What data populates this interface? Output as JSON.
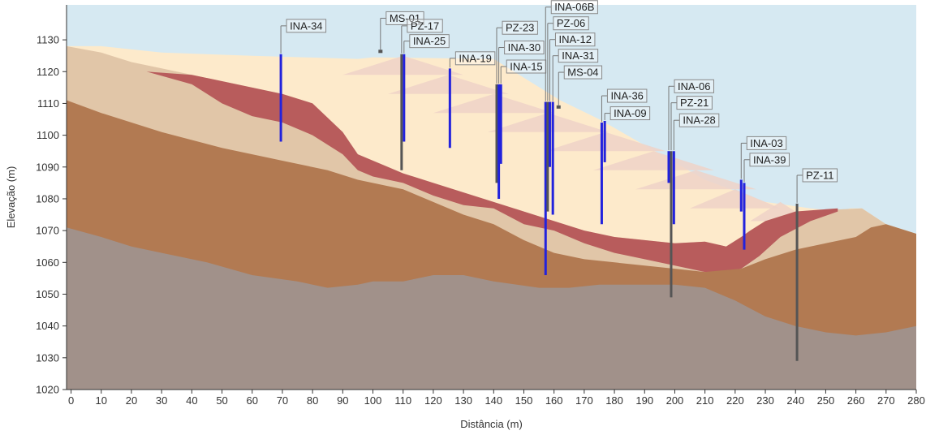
{
  "chart_data": {
    "type": "cross-section",
    "xlabel": "Distância (m)",
    "ylabel": "Elevação (m)",
    "xlim": [
      -1.5,
      280
    ],
    "ylim": [
      1020,
      1141
    ],
    "xticks": [
      0,
      10,
      20,
      30,
      40,
      50,
      60,
      70,
      80,
      90,
      100,
      110,
      120,
      130,
      140,
      150,
      160,
      170,
      180,
      190,
      200,
      210,
      220,
      230,
      240,
      250,
      260,
      270,
      280
    ],
    "yticks": [
      1020,
      1030,
      1040,
      1050,
      1060,
      1070,
      1080,
      1090,
      1100,
      1110,
      1120,
      1130
    ],
    "colors": {
      "sky": "#d6e9f2",
      "fill_tailings": "#fdeacb",
      "residual_soil": "#e1c6a8",
      "clay_layer": "#b85c5c",
      "saprolite": "#b27a52",
      "bedrock": "#a1918a",
      "dam_raise": "#eed2c8",
      "piezometer": "#2222dd",
      "borehole": "#555555"
    },
    "layers": [
      {
        "name": "fill",
        "top": [
          [
            -1.5,
            1128
          ],
          [
            10,
            1128
          ],
          [
            30,
            1126
          ],
          [
            60,
            1125
          ],
          [
            95,
            1124
          ],
          [
            100,
            1124.5
          ],
          [
            140,
            1124
          ],
          [
            162,
            1111
          ],
          [
            175,
            1105
          ],
          [
            210,
            1086
          ],
          [
            230,
            1079
          ],
          [
            245,
            1077
          ],
          [
            255,
            1076
          ],
          [
            258,
            1077
          ],
          [
            262,
            1077
          ],
          [
            270,
            1072
          ],
          [
            280,
            1069
          ]
        ]
      },
      {
        "name": "residual_soil",
        "top": [
          [
            -1.5,
            1128
          ],
          [
            10,
            1126
          ],
          [
            20,
            1123
          ],
          [
            30,
            1121
          ],
          [
            50,
            1117
          ],
          [
            70,
            1113
          ],
          [
            80,
            1110
          ],
          [
            90,
            1101
          ],
          [
            95,
            1094
          ],
          [
            105,
            1090
          ],
          [
            110,
            1088
          ],
          [
            120,
            1085
          ],
          [
            130,
            1082
          ],
          [
            140,
            1079
          ],
          [
            150,
            1076
          ],
          [
            160,
            1073
          ],
          [
            170,
            1070
          ],
          [
            180,
            1068
          ],
          [
            190,
            1067
          ],
          [
            200,
            1066
          ],
          [
            210,
            1066.5
          ],
          [
            217,
            1065
          ],
          [
            222,
            1068
          ],
          [
            225,
            1070
          ],
          [
            230,
            1073
          ],
          [
            240,
            1076
          ],
          [
            250,
            1076.5
          ],
          [
            262,
            1077
          ],
          [
            270,
            1072
          ],
          [
            280,
            1069
          ]
        ]
      },
      {
        "name": "clay",
        "top": [
          [
            25,
            1120
          ],
          [
            40,
            1119
          ],
          [
            50,
            1117
          ],
          [
            70,
            1113
          ],
          [
            80,
            1110
          ],
          [
            90,
            1101
          ],
          [
            95,
            1094
          ],
          [
            105,
            1090
          ],
          [
            110,
            1088
          ],
          [
            120,
            1085
          ],
          [
            130,
            1082
          ],
          [
            140,
            1079
          ],
          [
            150,
            1076
          ],
          [
            160,
            1073
          ],
          [
            170,
            1070
          ],
          [
            180,
            1068
          ],
          [
            190,
            1067
          ],
          [
            200,
            1066
          ],
          [
            210,
            1066.5
          ],
          [
            217,
            1065
          ],
          [
            222,
            1068
          ],
          [
            225,
            1070
          ],
          [
            230,
            1073
          ],
          [
            240,
            1076
          ],
          [
            254,
            1077
          ],
          [
            254,
            1076
          ]
        ],
        "bottom": [
          [
            25,
            1120
          ],
          [
            40,
            1116
          ],
          [
            50,
            1110
          ],
          [
            60,
            1106
          ],
          [
            70,
            1104
          ],
          [
            80,
            1100
          ],
          [
            90,
            1094
          ],
          [
            95,
            1089
          ],
          [
            100,
            1087
          ],
          [
            110,
            1085
          ],
          [
            120,
            1081
          ],
          [
            130,
            1078
          ],
          [
            140,
            1077
          ],
          [
            150,
            1072
          ],
          [
            160,
            1070
          ],
          [
            170,
            1066
          ],
          [
            180,
            1063
          ],
          [
            190,
            1061
          ],
          [
            200,
            1059
          ],
          [
            210,
            1057
          ],
          [
            215,
            1057
          ],
          [
            222,
            1058
          ],
          [
            228,
            1062
          ],
          [
            235,
            1068
          ],
          [
            245,
            1073
          ],
          [
            254,
            1076
          ]
        ]
      },
      {
        "name": "saprolite",
        "top": [
          [
            -1.5,
            1111
          ],
          [
            10,
            1107
          ],
          [
            30,
            1101
          ],
          [
            50,
            1096
          ],
          [
            70,
            1092
          ],
          [
            85,
            1089
          ],
          [
            95,
            1086
          ],
          [
            110,
            1083
          ],
          [
            120,
            1079
          ],
          [
            130,
            1075
          ],
          [
            140,
            1072
          ],
          [
            150,
            1067
          ],
          [
            160,
            1063
          ],
          [
            170,
            1061
          ],
          [
            180,
            1060
          ],
          [
            190,
            1059
          ],
          [
            200,
            1058
          ],
          [
            210,
            1057
          ],
          [
            222,
            1058
          ],
          [
            230,
            1061
          ],
          [
            240,
            1064
          ],
          [
            250,
            1066
          ],
          [
            260,
            1068
          ],
          [
            265,
            1071
          ],
          [
            270,
            1072
          ],
          [
            280,
            1069
          ]
        ]
      },
      {
        "name": "bedrock",
        "top": [
          [
            -1.5,
            1071
          ],
          [
            10,
            1068
          ],
          [
            20,
            1065
          ],
          [
            30,
            1063
          ],
          [
            45,
            1060
          ],
          [
            60,
            1056
          ],
          [
            75,
            1054
          ],
          [
            85,
            1052
          ],
          [
            95,
            1053
          ],
          [
            100,
            1054
          ],
          [
            110,
            1054
          ],
          [
            120,
            1056
          ],
          [
            130,
            1056
          ],
          [
            140,
            1054
          ],
          [
            155,
            1052
          ],
          [
            165,
            1052
          ],
          [
            175,
            1053
          ],
          [
            185,
            1053
          ],
          [
            200,
            1053
          ],
          [
            210,
            1052
          ],
          [
            220,
            1048
          ],
          [
            230,
            1043
          ],
          [
            240,
            1040
          ],
          [
            250,
            1038
          ],
          [
            260,
            1037
          ],
          [
            270,
            1038
          ],
          [
            280,
            1040
          ]
        ]
      }
    ],
    "raises": [
      {
        "cx": 110,
        "top": 1125,
        "half": 20
      },
      {
        "cx": 125,
        "top": 1119,
        "half": 20
      },
      {
        "cx": 140,
        "top": 1113,
        "half": 20
      },
      {
        "cx": 158,
        "top": 1107,
        "half": 20
      },
      {
        "cx": 177,
        "top": 1101,
        "half": 20
      },
      {
        "cx": 193,
        "top": 1095,
        "half": 20
      },
      {
        "cx": 207,
        "top": 1089,
        "half": 20
      },
      {
        "cx": 220,
        "top": 1083,
        "half": 15
      },
      {
        "cx": 235,
        "top": 1079,
        "half": 10
      }
    ],
    "instruments": [
      {
        "name": "INA-34",
        "x": 69.5,
        "top": 1125.5,
        "bottom": 1098,
        "type": "piezometer",
        "label_y": 1134.4
      },
      {
        "name": "MS-01",
        "x": 102.5,
        "top": 1126.5,
        "bottom": 1126,
        "type": "marker",
        "label_y": 1136.8
      },
      {
        "name": "PZ-17",
        "x": 109.5,
        "top": 1125.5,
        "bottom": 1089,
        "type": "borehole",
        "label_y": 1134.4
      },
      {
        "name": "INA-25",
        "x": 110.3,
        "top": 1125.5,
        "bottom": 1098,
        "type": "piezometer",
        "label_y": 1129.6
      },
      {
        "name": "INA-19",
        "x": 125.5,
        "top": 1121,
        "bottom": 1096,
        "type": "piezometer",
        "label_y": 1124.2
      },
      {
        "name": "PZ-23",
        "x": 141,
        "top": 1116,
        "bottom": 1085,
        "type": "borehole",
        "label_y": 1133.8
      },
      {
        "name": "INA-30",
        "x": 141.7,
        "top": 1116,
        "bottom": 1080,
        "type": "piezometer",
        "label_y": 1127.6
      },
      {
        "name": "INA-15",
        "x": 142.4,
        "top": 1116,
        "bottom": 1091,
        "type": "piezometer",
        "label_y": 1121.6
      },
      {
        "name": "INA-06B",
        "x": 157.2,
        "top": 1110.5,
        "bottom": 1056,
        "type": "piezometer",
        "label_y": 1140.3
      },
      {
        "name": "PZ-06",
        "x": 157.9,
        "top": 1110.5,
        "bottom": 1076,
        "type": "borehole",
        "label_y": 1135.2
      },
      {
        "name": "INA-12",
        "x": 158.6,
        "top": 1110.5,
        "bottom": 1090,
        "type": "piezometer",
        "label_y": 1130.1
      },
      {
        "name": "INA-31",
        "x": 159.6,
        "top": 1110.5,
        "bottom": 1075,
        "type": "piezometer",
        "label_y": 1125.0
      },
      {
        "name": "MS-04",
        "x": 161.5,
        "top": 1109,
        "bottom": 1108.5,
        "type": "marker",
        "label_y": 1119.8
      },
      {
        "name": "INA-36",
        "x": 175.8,
        "top": 1104,
        "bottom": 1072,
        "type": "piezometer",
        "label_y": 1112.4
      },
      {
        "name": "INA-09",
        "x": 176.8,
        "top": 1104.5,
        "bottom": 1091.5,
        "type": "piezometer",
        "label_y": 1106.9
      },
      {
        "name": "INA-06",
        "x": 198,
        "top": 1095,
        "bottom": 1085,
        "type": "piezometer",
        "label_y": 1115.4
      },
      {
        "name": "PZ-21",
        "x": 198.8,
        "top": 1095,
        "bottom": 1049,
        "type": "borehole",
        "label_y": 1110.2
      },
      {
        "name": "INA-28",
        "x": 199.7,
        "top": 1095,
        "bottom": 1072,
        "type": "piezometer",
        "label_y": 1104.7
      },
      {
        "name": "INA-03",
        "x": 222,
        "top": 1086,
        "bottom": 1076,
        "type": "piezometer",
        "label_y": 1097.5
      },
      {
        "name": "INA-39",
        "x": 223,
        "top": 1085,
        "bottom": 1064,
        "type": "piezometer",
        "label_y": 1092.3
      },
      {
        "name": "PZ-11",
        "x": 240.5,
        "top": 1078.5,
        "bottom": 1029,
        "type": "borehole",
        "label_y": 1087.4
      }
    ]
  }
}
